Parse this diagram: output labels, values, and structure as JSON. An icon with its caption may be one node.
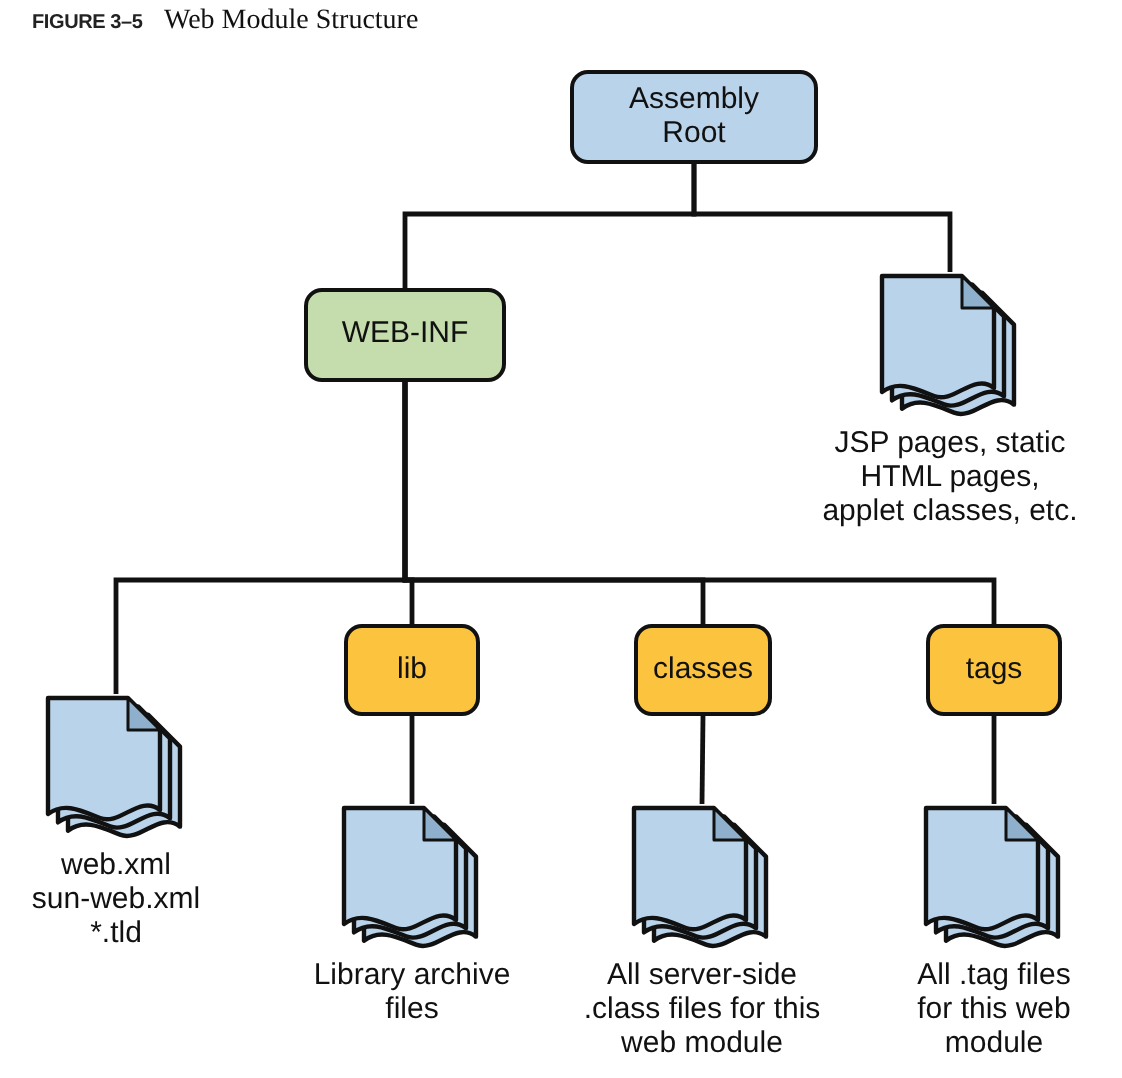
{
  "diagram": {
    "title": "Web Module Structure",
    "nodes": [
      {
        "text": [
          "Assembly Root"
        ]
      },
      {
        "text": [
          "WEB-INF"
        ]
      },
      {
        "text": [
          "JSP pages, static HTML pages, applet classes, etc."
        ]
      },
      {
        "text": [
          "web.xml sun-web.xml *.tld"
        ]
      },
      {
        "text": [
          "lib"
        ]
      },
      {
        "text": [
          "classes"
        ]
      },
      {
        "text": [
          "tags"
        ]
      },
      {
        "text": [
          "Library archive files"
        ]
      },
      {
        "text": [
          "All server-side .class files for this web module"
        ]
      },
      {
        "text": [
          "All .tag files for this web module"
        ]
      }
    ],
    "edges": [
      {
        "from": 0,
        "to": 1,
        "arrow": "none"
      },
      {
        "from": 0,
        "to": 2,
        "arrow": "none"
      },
      {
        "from": 1,
        "to": 3,
        "arrow": "none"
      },
      {
        "from": 1,
        "to": 4,
        "arrow": "none"
      },
      {
        "from": 1,
        "to": 5,
        "arrow": "none"
      },
      {
        "from": 1,
        "to": 6,
        "arrow": "none"
      },
      {
        "from": 4,
        "to": 7,
        "arrow": "none"
      },
      {
        "from": 5,
        "to": 8,
        "arrow": "none"
      },
      {
        "from": 6,
        "to": 9,
        "arrow": "none"
      }
    ],
    "labels": [
      "FIGURE 3–5"
    ]
  }
}
